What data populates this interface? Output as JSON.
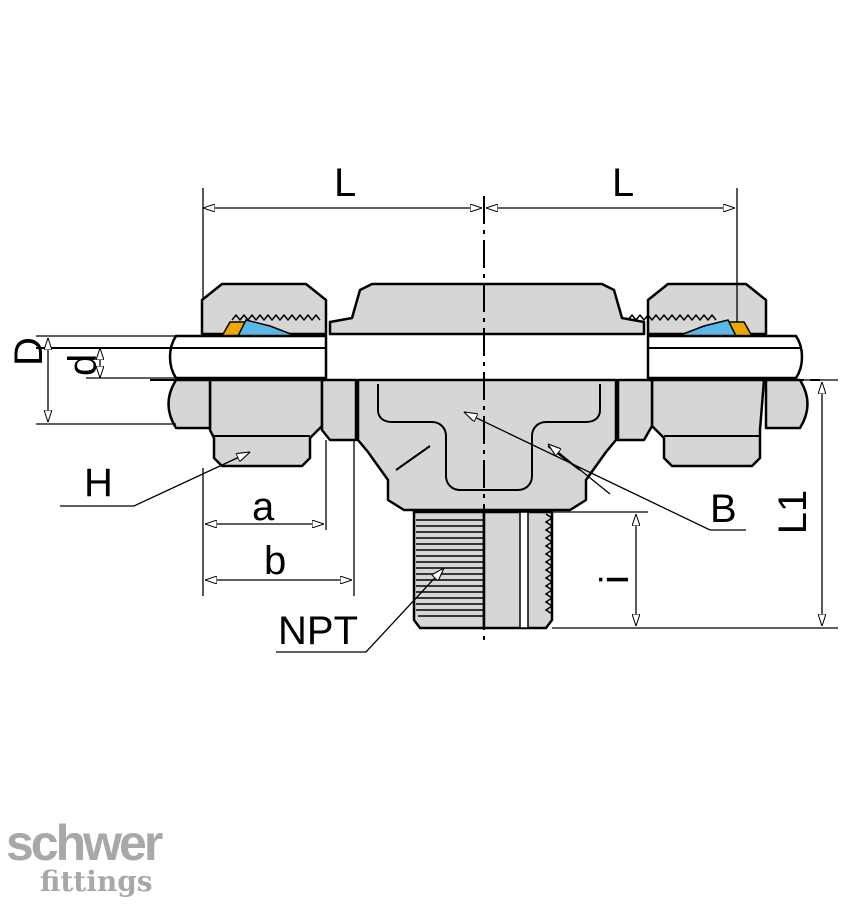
{
  "labels": {
    "L_left": "L",
    "L_right": "L",
    "D": "D",
    "d": "d",
    "H": "H",
    "a": "a",
    "b": "b",
    "B": "B",
    "L1": "L1",
    "i": "i",
    "NPT": "NPT"
  },
  "logo": {
    "line1": "schwer",
    "line2": "fittings"
  },
  "colors": {
    "body": "#d6d6d6",
    "ferrule_front": "#f0a800",
    "ferrule_back": "#59b8e6",
    "outline": "#000000",
    "logo": "#a8a8a8"
  }
}
